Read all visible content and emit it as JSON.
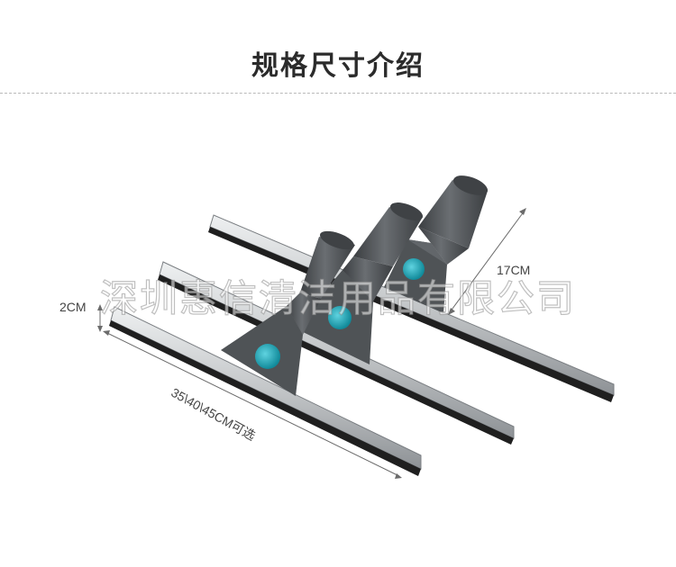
{
  "header": {
    "title": "规格尺寸介绍"
  },
  "watermark": {
    "text": "深圳惠信清洁用品有限公司"
  },
  "dimensions": {
    "height": "2CM",
    "handle_length": "17CM",
    "blade_widths": "35\\40\\45CM可选"
  },
  "colors": {
    "blade_aluminum": "#c4c7c9",
    "rubber_strip": "#1f1f1f",
    "handle_body": "#4f5356",
    "screw_accent": "#1aa3b5"
  }
}
